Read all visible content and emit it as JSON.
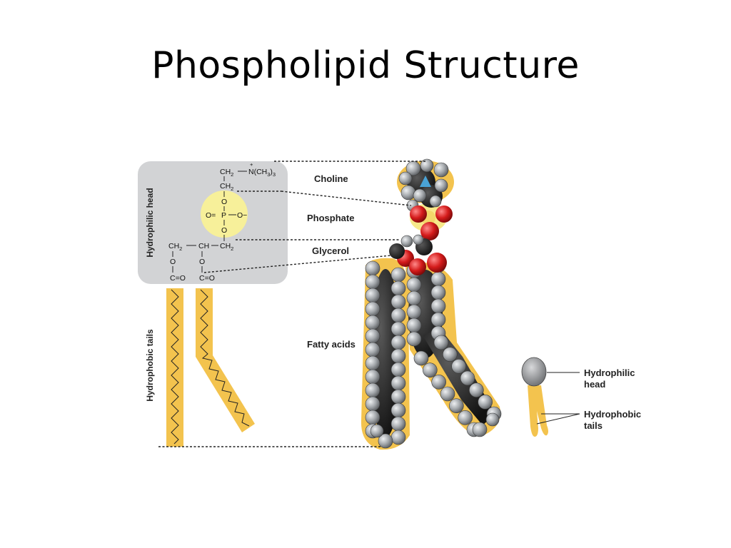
{
  "slide": {
    "title": "Phospholipid Structure"
  },
  "diagram": {
    "side_labels": {
      "head": "Hydrophilic head",
      "tails": "Hydrophobic tails"
    },
    "region_labels": {
      "choline": "Choline",
      "phosphate": "Phosphate",
      "glycerol": "Glycerol",
      "fatty_acids": "Fatty acids"
    },
    "chemistry": {
      "ch2": "CH",
      "two": "2",
      "nch3": "N(CH",
      "three": "3",
      "close": ")",
      "plus": "+",
      "o": "O",
      "p": "P",
      "o_minus": "O−",
      "o_eq": "O=",
      "ch": "CH",
      "c_eq_o": "C=O"
    },
    "legend": {
      "head": [
        "Hydrophilic",
        "head"
      ],
      "tails": [
        "Hydrophobic",
        "tails"
      ]
    },
    "colors": {
      "head_box": "#d2d3d5",
      "phosphate_circle": "#f7f09a",
      "tail_fill": "#f3c34e",
      "carbon": "#2a2a2a",
      "hydrogen": "#a8acb0",
      "oxygen": "#d11f1f",
      "nitrogen": "#4aa3d6"
    }
  }
}
